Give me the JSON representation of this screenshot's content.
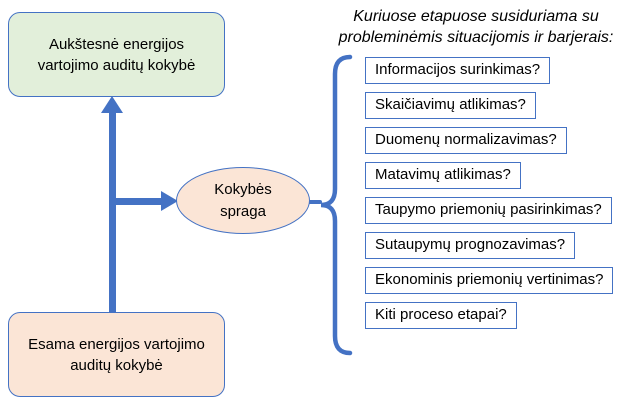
{
  "diagram": {
    "top_box": {
      "label": "Aukštesnė energijos vartojimo auditų kokybė"
    },
    "bottom_box": {
      "label": "Esama energijos vartojimo auditų kokybė"
    },
    "gap_ellipse": {
      "label": "Kokybės spraga"
    },
    "question_title": {
      "line1": "Kuriuose etapuose susiduriama su",
      "line2": "probleminėmis situacijomis ir barjerais:"
    },
    "stages": [
      {
        "label": "Informacijos surinkimas?"
      },
      {
        "label": "Skaičiavimų atlikimas?"
      },
      {
        "label": "Duomenų normalizavimas?"
      },
      {
        "label": "Matavimų atlikimas?"
      },
      {
        "label": "Taupymo priemonių pasirinkimas?"
      },
      {
        "label": "Sutaupymų prognozavimas?"
      },
      {
        "label": "Ekonominis priemonių vertinimas?"
      },
      {
        "label": "Kiti proceso etapai?"
      }
    ],
    "colors": {
      "accent_blue": "#4472c4",
      "top_box_fill": "#e2efda",
      "bottom_box_fill": "#fbe5d6",
      "ellipse_fill": "#fbe5d6",
      "stage_box_fill": "#ffffff",
      "stage_box_border": "#4472c4",
      "text_color": "#000000"
    }
  }
}
